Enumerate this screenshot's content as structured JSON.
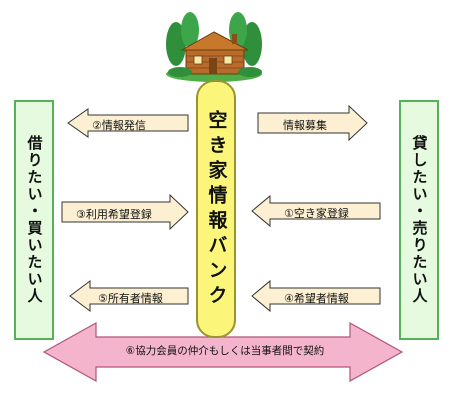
{
  "center": {
    "title": "空き家情報バンク"
  },
  "left_box": {
    "label": "借りたい・買いたい人"
  },
  "right_box": {
    "label": "貸したい・売りたい人"
  },
  "arrows": {
    "left": [
      {
        "label": "②情報発信"
      },
      {
        "label": "③利用希望登録"
      },
      {
        "label": "⑤所有者情報"
      }
    ],
    "right": [
      {
        "label": "情報募集"
      },
      {
        "label": "①空き家登録"
      },
      {
        "label": "④希望者情報"
      }
    ]
  },
  "bottom_arrow": {
    "label": "⑥協力会員の仲介もしくは当事者間で契約"
  },
  "colors": {
    "arrow_fill": "#fdf0d2",
    "arrow_stroke": "#333333",
    "bottom_arrow_fill": "#f4b4cb",
    "side_box_fill": "#e6fadf",
    "side_box_stroke": "#58b05a",
    "center_fill": "#fbf67a"
  }
}
